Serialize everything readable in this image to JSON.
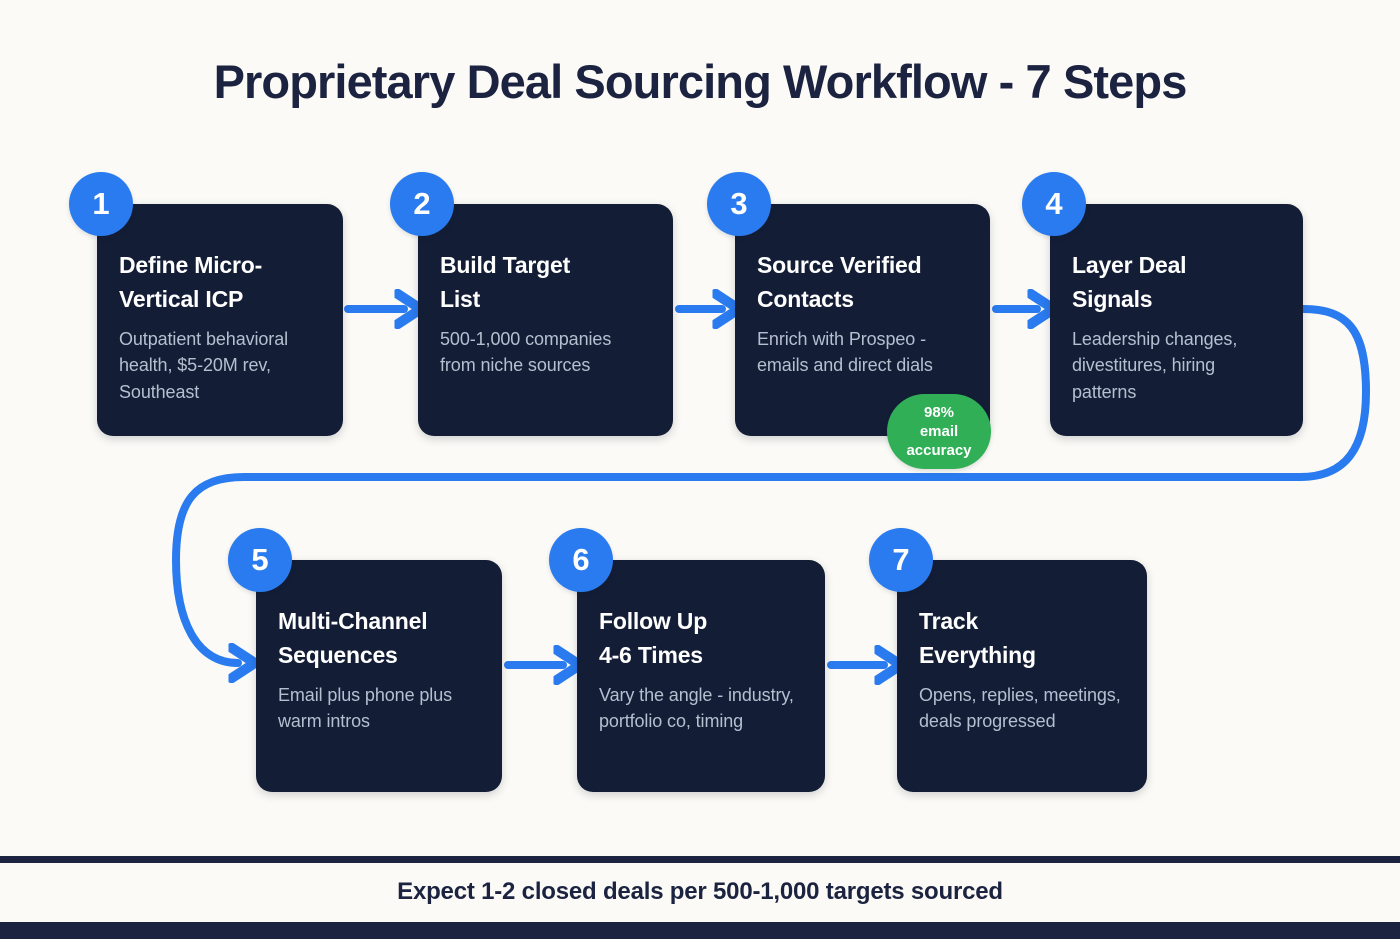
{
  "header": {
    "title": "Proprietary Deal Sourcing Workflow - 7 Steps"
  },
  "colors": {
    "background": "#fbfaf6",
    "card": "#131d35",
    "accent_blue": "#2a7bef",
    "accent_green": "#30af56",
    "title_navy": "#1b2340",
    "card_text": "#ffffff",
    "card_desc_text": "#b6bfd0"
  },
  "steps": [
    {
      "number": "1",
      "title": "Define Micro-\nVertical ICP",
      "desc": "Outpatient behavioral health, $5-20M rev, Southeast"
    },
    {
      "number": "2",
      "title": "Build Target\nList",
      "desc": "500-1,000 companies from niche sources"
    },
    {
      "number": "3",
      "title": "Source Verified\nContacts",
      "desc": "Enrich with Prospeo - emails and direct dials",
      "pill": "98% email accuracy"
    },
    {
      "number": "4",
      "title": "Layer Deal\nSignals",
      "desc": "Leadership changes, divestitures, hiring patterns"
    },
    {
      "number": "5",
      "title": "Multi-Channel\nSequences",
      "desc": "Email plus phone plus warm intros"
    },
    {
      "number": "6",
      "title": "Follow Up\n4-6 Times",
      "desc": "Vary the angle - industry, portfolio co, timing"
    },
    {
      "number": "7",
      "title": "Track\nEverything",
      "desc": "Opens, replies, meetings, deals progressed"
    }
  ],
  "footer": {
    "text": "Expect 1-2 closed deals per 500-1,000 targets sourced"
  }
}
